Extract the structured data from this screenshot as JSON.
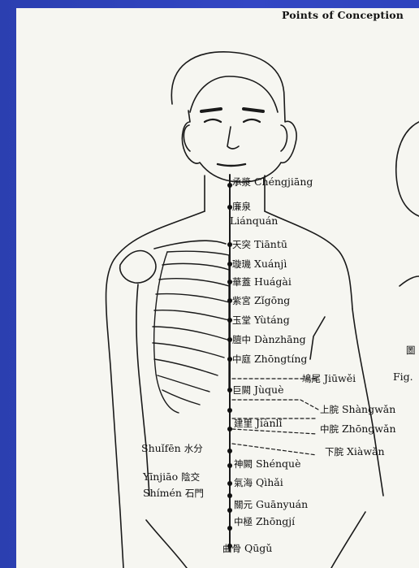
{
  "header": {
    "title": "Points of Conception"
  },
  "points": [
    {
      "id": "chengjiang",
      "zh": "承漿",
      "py": "Chéngjiāng"
    },
    {
      "id": "lianquan",
      "zh": "廉泉",
      "py": "Liánquán"
    },
    {
      "id": "tiantu",
      "zh": "天突",
      "py": "Tiāntū"
    },
    {
      "id": "xuanji",
      "zh": "璇璣",
      "py": "Xuánjì"
    },
    {
      "id": "huagai",
      "zh": "華蓋",
      "py": "Huágài"
    },
    {
      "id": "zigong",
      "zh": "紫宮",
      "py": "Zǐgōng"
    },
    {
      "id": "yutang",
      "zh": "玉堂",
      "py": "Yùtáng"
    },
    {
      "id": "danzhong",
      "zh": "膻中",
      "py": "Dànzhāng"
    },
    {
      "id": "zhongting",
      "zh": "中庭",
      "py": "Zhōngtíng"
    },
    {
      "id": "jiuwei",
      "zh": "鳩尾",
      "py": "Jiūwěi"
    },
    {
      "id": "juque",
      "zh": "巨闕",
      "py": "Jùquè"
    },
    {
      "id": "shangwan",
      "zh": "上脘",
      "py": "Shàngwǎn"
    },
    {
      "id": "zhongwan",
      "zh": "中脘",
      "py": "Zhōngwǎn"
    },
    {
      "id": "jianli",
      "zh": "建里",
      "py": "Jiànlǐ"
    },
    {
      "id": "xiawan",
      "zh": "下脘",
      "py": "Xiàwǎn"
    },
    {
      "id": "shuifen",
      "zh": "水分",
      "py": "Shuǐfēn"
    },
    {
      "id": "shenque",
      "zh": "神闕",
      "py": "Shénquè"
    },
    {
      "id": "yinjiao",
      "zh": "陰交",
      "py": "Yīnjiāo"
    },
    {
      "id": "qihai",
      "zh": "氣海",
      "py": "Qìhǎi"
    },
    {
      "id": "shimen",
      "zh": "石門",
      "py": "Shímén"
    },
    {
      "id": "guanyuan",
      "zh": "關元",
      "py": "Guānyuán"
    },
    {
      "id": "zhongji",
      "zh": "中極",
      "py": "Zhōngjí"
    },
    {
      "id": "qugu",
      "zh": "曲骨",
      "py": "Qūgǔ"
    }
  ],
  "side_labels": {
    "char": "圖",
    "fig": "Fig."
  }
}
